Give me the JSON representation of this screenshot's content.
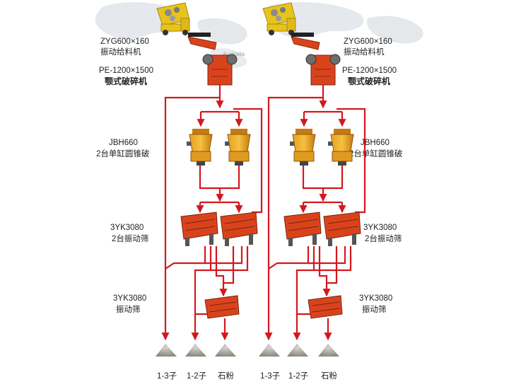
{
  "map_watermark": "Australia",
  "colors": {
    "pipe": "#d4171e",
    "machine": "#d9431c",
    "truck": "#e8c31a"
  },
  "left_line": {
    "feeder": {
      "model": "ZYG600×160",
      "name": "振动给料机"
    },
    "jaw": {
      "model": "PE-1200×1500",
      "name": "颚式破碎机"
    },
    "cone": {
      "model": "JBH660",
      "name": "2台单缸圆锥破"
    },
    "screens": {
      "model": "3YK3080",
      "name": "2台振动筛"
    },
    "screen": {
      "model": "3YK3080",
      "name": "振动筛"
    },
    "products": [
      "1-3子",
      "1-2子",
      "石粉"
    ]
  },
  "right_line": {
    "feeder": {
      "model": "ZYG600×160",
      "name": "振动给料机"
    },
    "jaw": {
      "model": "PE-1200×1500",
      "name": "颚式破碎机"
    },
    "cone": {
      "model": "JBH660",
      "name": "2台单缸圆锥破"
    },
    "screens": {
      "model": "3YK3080",
      "name": "2台振动筛"
    },
    "screen": {
      "model": "3YK3080",
      "name": "振动筛"
    },
    "products": [
      "1-3子",
      "1-2子",
      "石粉"
    ]
  }
}
